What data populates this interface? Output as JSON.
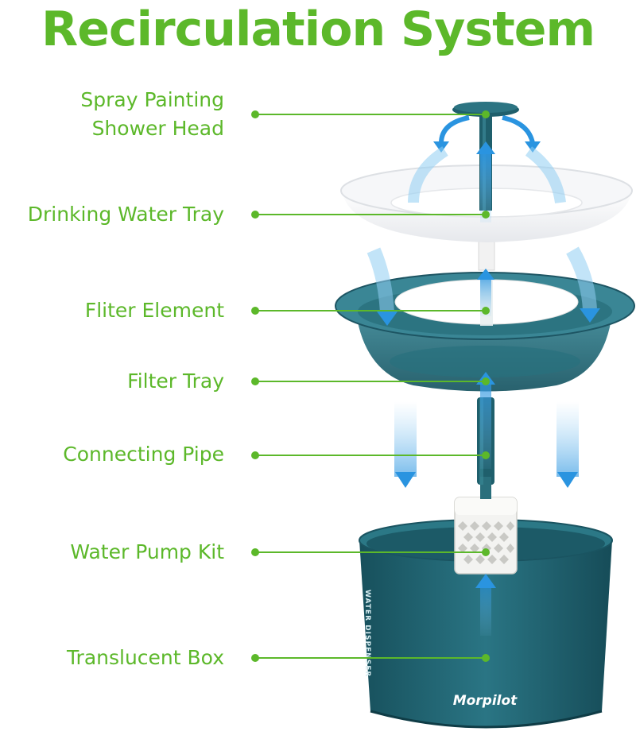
{
  "title": "Recirculation System",
  "labels": [
    {
      "id": "spray-head",
      "line1": "Spray Painting",
      "line2": "Shower Head"
    },
    {
      "id": "drinking-tray",
      "line1": "Drinking Water Tray"
    },
    {
      "id": "filter-element",
      "line1": "Fliter Element"
    },
    {
      "id": "filter-tray",
      "line1": "Filter Tray"
    },
    {
      "id": "connecting-pipe",
      "line1": "Connecting Pipe"
    },
    {
      "id": "pump-kit",
      "line1": "Water Pump Kit"
    },
    {
      "id": "translucent-box",
      "line1": "Translucent Box"
    }
  ],
  "box_side_text": "WATER DISPENSER",
  "brand": "Morpilot",
  "colors": {
    "label_green": "#5cb82a",
    "teal_dark": "#1f5f6c",
    "teal_mid": "#2f7c8a",
    "arrow_blue": "#2a94e0",
    "tray_white": "#f4f5f7"
  }
}
